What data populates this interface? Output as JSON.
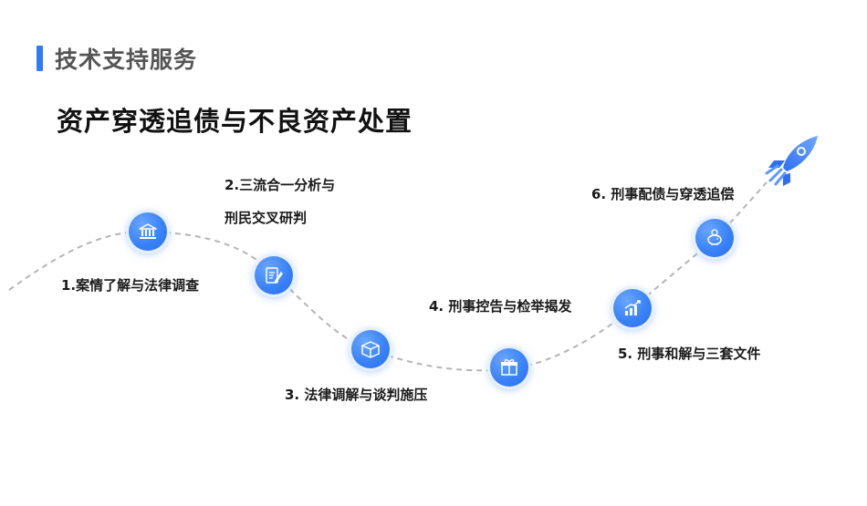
{
  "header": {
    "title": "技术支持服务"
  },
  "main": {
    "title": "资产穿透追债与不良资产处置"
  },
  "steps": [
    {
      "label": "1.案情了解与法律调查",
      "icon": "bank-icon"
    },
    {
      "label_line1": "2.三流合一分析与",
      "label_line2": "刑民交叉研判",
      "icon": "document-edit-icon"
    },
    {
      "label": "3. 法律调解与谈判施压",
      "icon": "box-icon"
    },
    {
      "label": "4. 刑事控告与检举揭发",
      "icon": "gift-icon"
    },
    {
      "label": "5. 刑事和解与三套文件",
      "icon": "bar-chart-icon"
    },
    {
      "label": "6. 刑事配债与穿透追偿",
      "icon": "piggy-bank-icon"
    }
  ],
  "colors": {
    "accent": "#2f7cf6",
    "path": "#b5b5b5",
    "node": "#3a82f7"
  },
  "decoration": {
    "icon": "rocket-icon"
  }
}
